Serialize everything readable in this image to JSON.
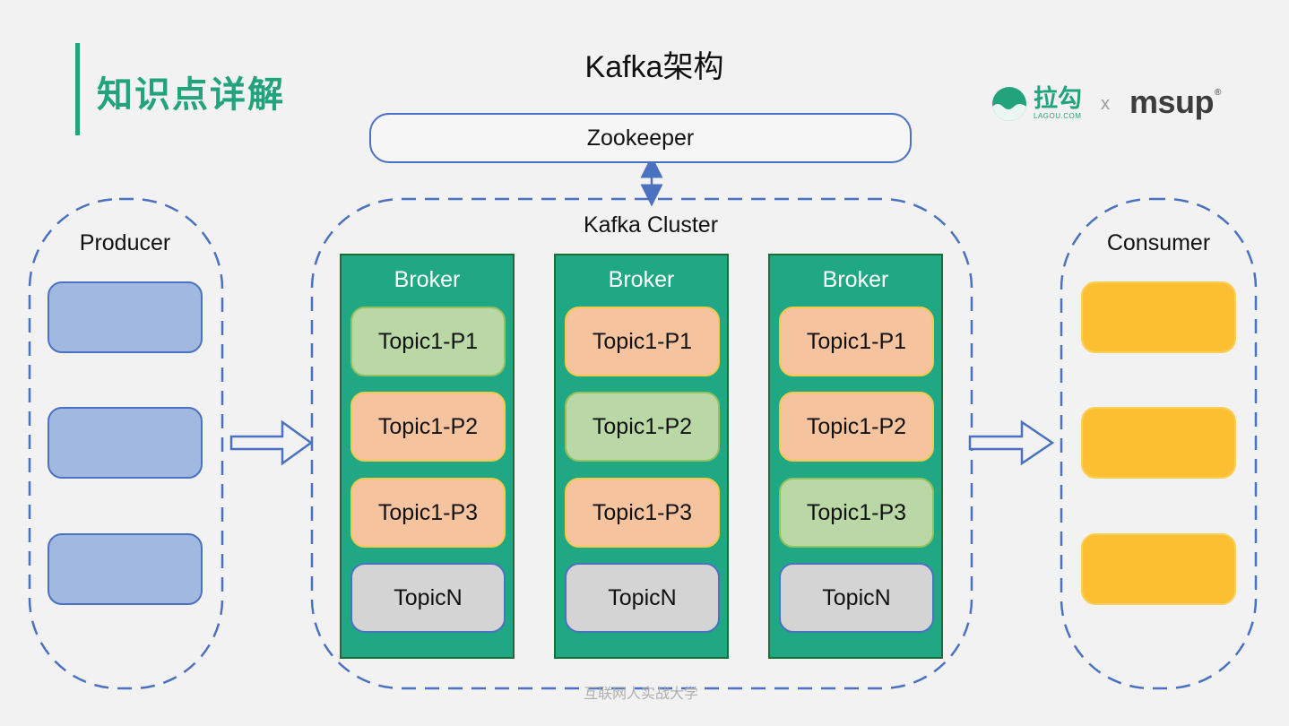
{
  "header": {
    "section_title": "知识点详解",
    "main_title": "Kafka架构"
  },
  "logos": {
    "lagou_cn": "拉勾",
    "lagou_en": "LAGOU.COM",
    "separator": "x",
    "msup": "msup",
    "registered": "®"
  },
  "zookeeper": {
    "label": "Zookeeper"
  },
  "producer": {
    "label": "Producer",
    "box_color": "#a1b9e1"
  },
  "cluster": {
    "label": "Kafka Cluster",
    "broker_color": "#20a884",
    "brokers": [
      {
        "title": "Broker",
        "partitions": [
          {
            "label": "Topic1-P1",
            "style": "green"
          },
          {
            "label": "Topic1-P2",
            "style": "orange"
          },
          {
            "label": "Topic1-P3",
            "style": "orange"
          },
          {
            "label": "TopicN",
            "style": "grey"
          }
        ]
      },
      {
        "title": "Broker",
        "partitions": [
          {
            "label": "Topic1-P1",
            "style": "orange"
          },
          {
            "label": "Topic1-P2",
            "style": "green"
          },
          {
            "label": "Topic1-P3",
            "style": "orange"
          },
          {
            "label": "TopicN",
            "style": "grey"
          }
        ]
      },
      {
        "title": "Broker",
        "partitions": [
          {
            "label": "Topic1-P1",
            "style": "orange"
          },
          {
            "label": "Topic1-P2",
            "style": "orange"
          },
          {
            "label": "Topic1-P3",
            "style": "green"
          },
          {
            "label": "TopicN",
            "style": "grey"
          }
        ]
      }
    ]
  },
  "consumer": {
    "label": "Consumer",
    "box_color": "#fbbf31"
  },
  "footer": {
    "watermark": "互联网人实战大学"
  },
  "colors": {
    "accent": "#22a37c",
    "dashed_border": "#4a72c0",
    "leader_partition": "#b9d8a6",
    "follower_partition": "#f5c39e"
  }
}
